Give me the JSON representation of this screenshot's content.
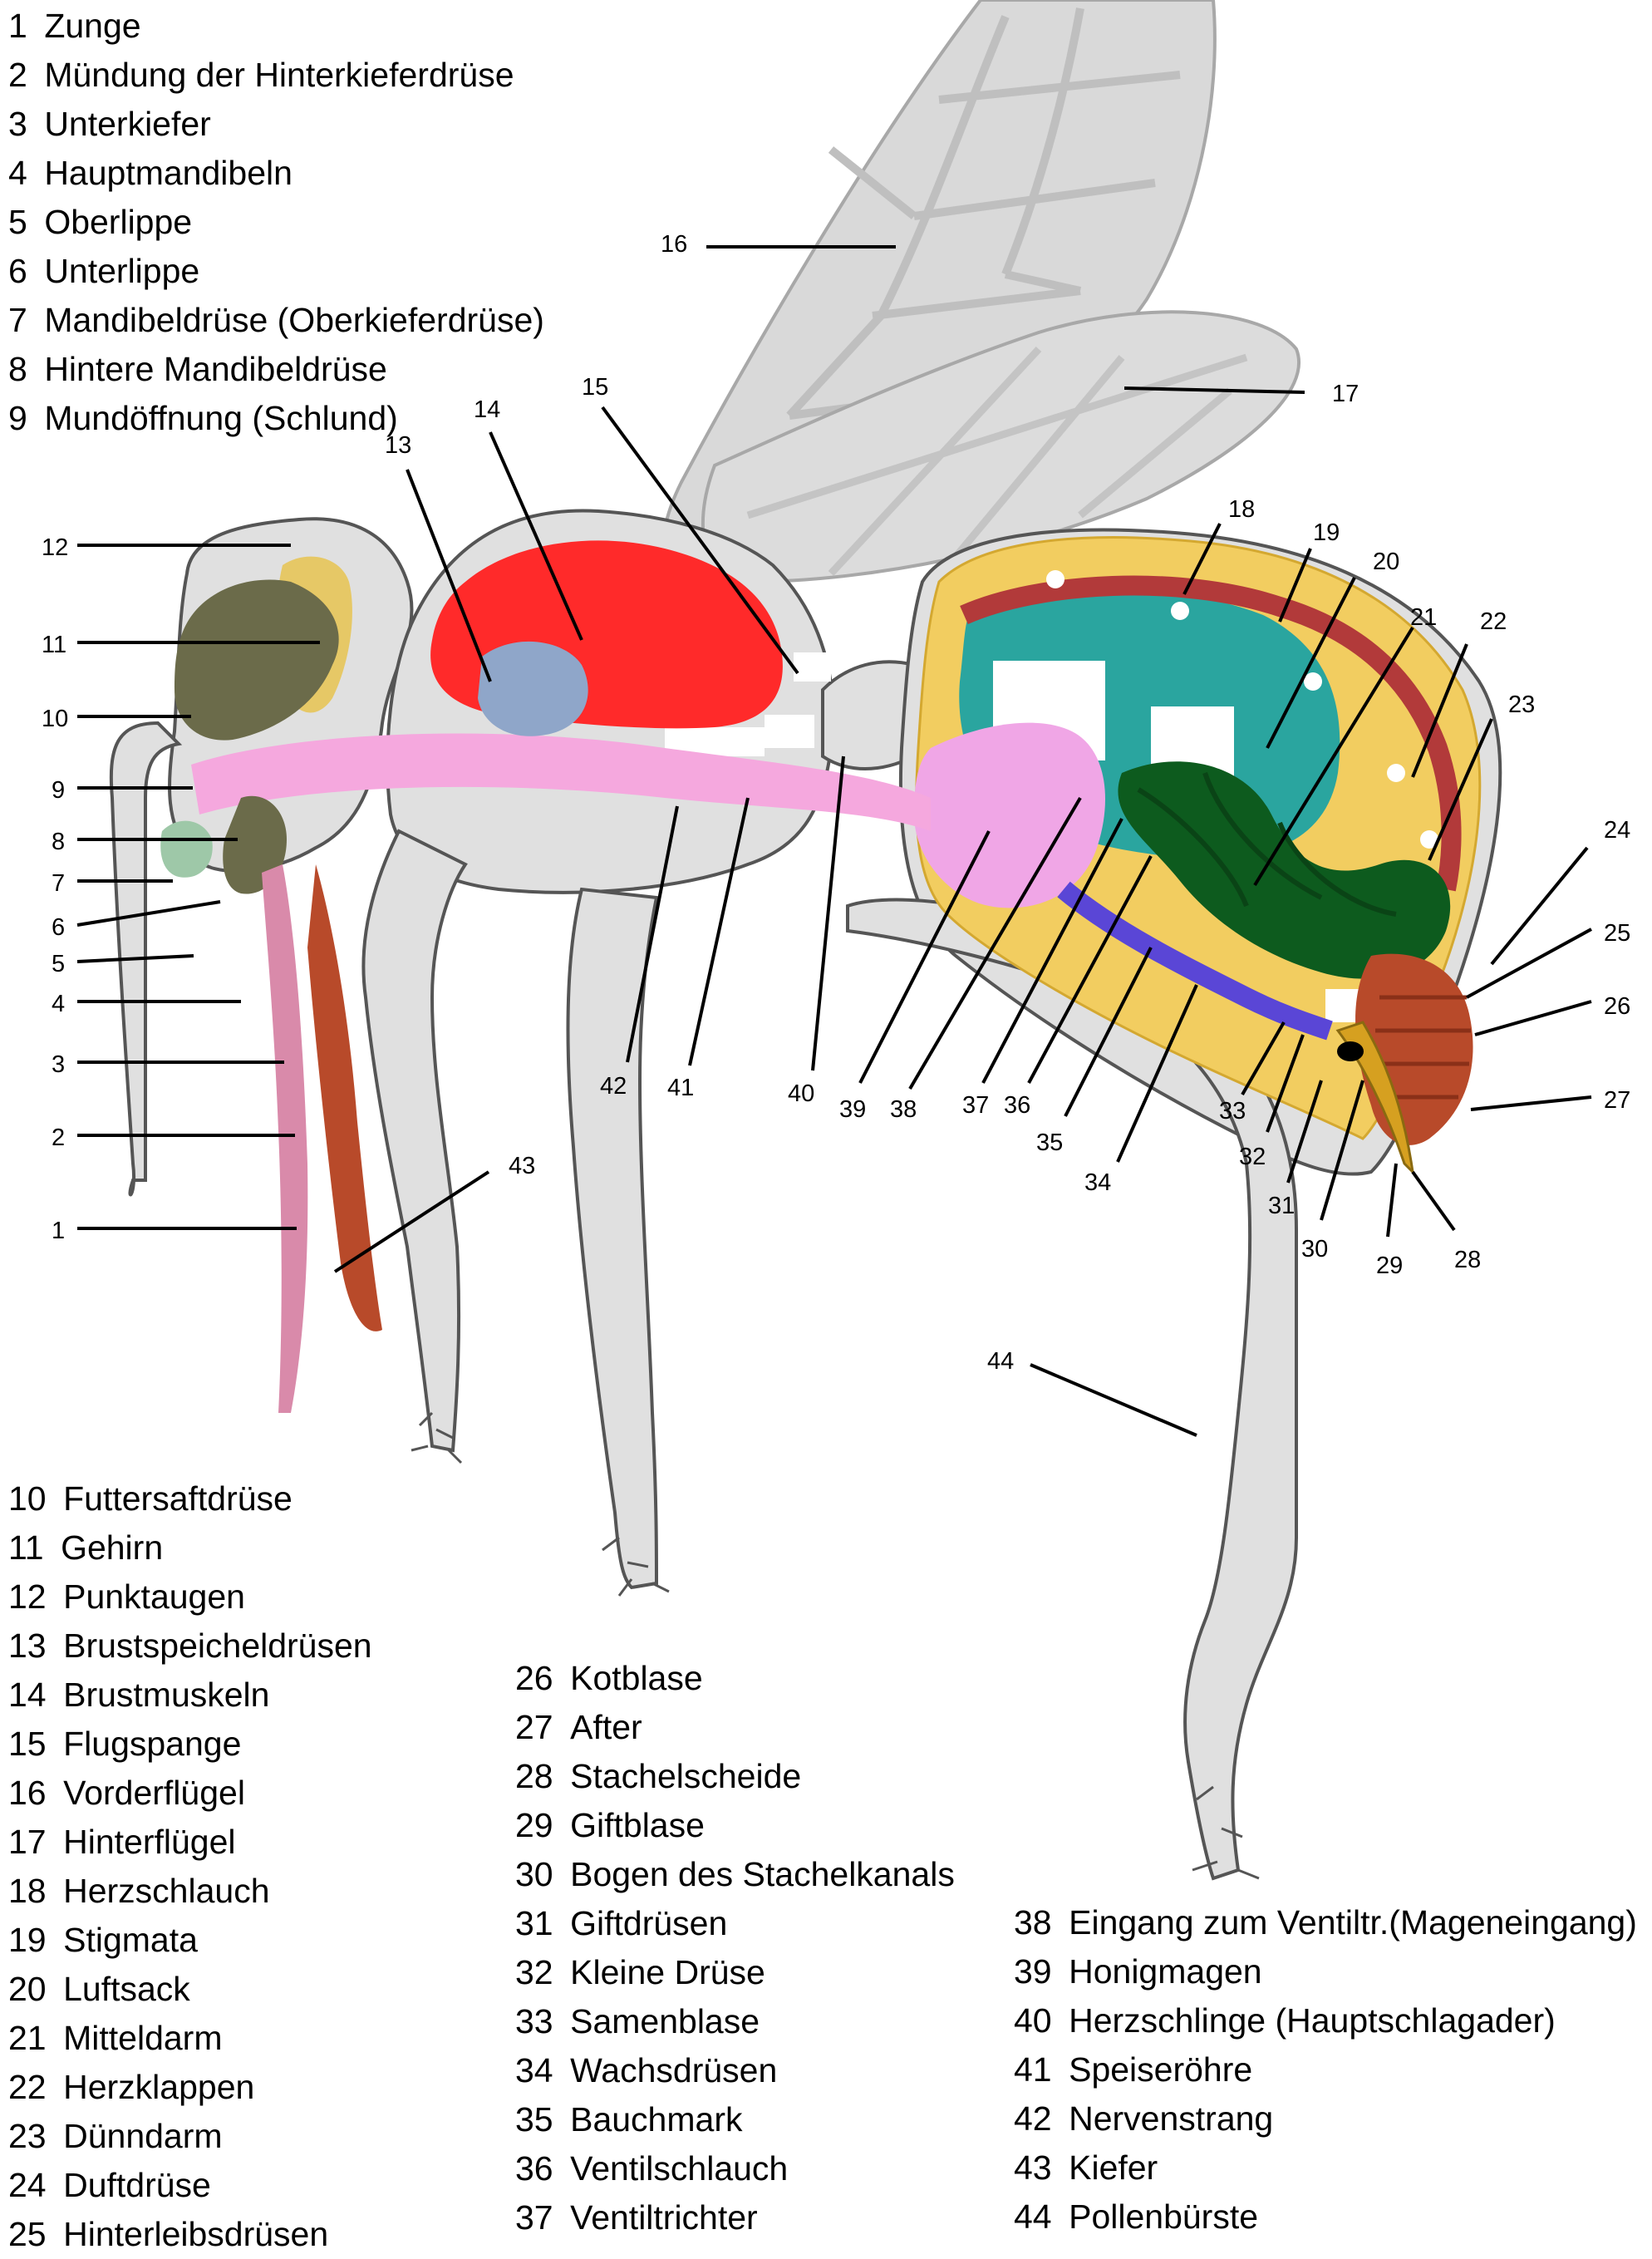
{
  "legend_top": [
    {
      "num": "1",
      "label": "Zunge"
    },
    {
      "num": "2",
      "label": "Mündung der Hinterkieferdrüse"
    },
    {
      "num": "3",
      "label": "Unterkiefer"
    },
    {
      "num": "4",
      "label": "Hauptmandibeln"
    },
    {
      "num": "5",
      "label": "Oberlippe"
    },
    {
      "num": "6",
      "label": "Unterlippe"
    },
    {
      "num": "7",
      "label": "Mandibeldrüse (Oberkieferdrüse)"
    },
    {
      "num": "8",
      "label": "Hintere Mandibeldrüse"
    },
    {
      "num": "9",
      "label": "Mundöffnung (Schlund)"
    }
  ],
  "legend_col1": [
    {
      "num": "10",
      "label": "Futtersaftdrüse"
    },
    {
      "num": "11",
      "label": "Gehirn"
    },
    {
      "num": "12",
      "label": "Punktaugen"
    },
    {
      "num": "13",
      "label": "Brustspeicheldrüsen"
    },
    {
      "num": "14",
      "label": "Brustmuskeln"
    },
    {
      "num": "15",
      "label": "Flugspange"
    },
    {
      "num": "16",
      "label": "Vorderflügel"
    },
    {
      "num": "17",
      "label": "Hinterflügel"
    },
    {
      "num": "18",
      "label": "Herzschlauch"
    },
    {
      "num": "19",
      "label": "Stigmata"
    },
    {
      "num": "20",
      "label": "Luftsack"
    },
    {
      "num": "21",
      "label": "Mitteldarm"
    },
    {
      "num": "22",
      "label": "Herzklappen"
    },
    {
      "num": "23",
      "label": "Dünndarm"
    },
    {
      "num": "24",
      "label": "Duftdrüse"
    },
    {
      "num": "25",
      "label": "Hinterleibsdrüsen"
    }
  ],
  "legend_col2": [
    {
      "num": "26",
      "label": "Kotblase"
    },
    {
      "num": "27",
      "label": "After"
    },
    {
      "num": "28",
      "label": "Stachelscheide"
    },
    {
      "num": "29",
      "label": "Giftblase"
    },
    {
      "num": "30",
      "label": "Bogen des Stachelkanals"
    },
    {
      "num": "31",
      "label": "Giftdrüsen"
    },
    {
      "num": "32",
      "label": "Kleine Drüse"
    },
    {
      "num": "33",
      "label": "Samenblase"
    },
    {
      "num": "34",
      "label": "Wachsdrüsen"
    },
    {
      "num": "35",
      "label": "Bauchmark"
    },
    {
      "num": "36",
      "label": "Ventilschlauch"
    },
    {
      "num": "37",
      "label": "Ventiltrichter"
    }
  ],
  "legend_col3": [
    {
      "num": "38",
      "label": "Eingang zum Ventiltr.(Mageneingang)"
    },
    {
      "num": "39",
      "label": "Honigmagen"
    },
    {
      "num": "40",
      "label": "Herzschlinge (Hauptschlagader)"
    },
    {
      "num": "41",
      "label": "Speiseröhre"
    },
    {
      "num": "42",
      "label": "Nervenstrang"
    },
    {
      "num": "43",
      "label": "Kiefer"
    },
    {
      "num": "44",
      "label": "Pollenbürste"
    }
  ],
  "callouts": {
    "c1": "1",
    "c2": "2",
    "c3": "3",
    "c4": "4",
    "c5": "5",
    "c6": "6",
    "c7": "7",
    "c8": "8",
    "c9": "9",
    "c10": "10",
    "c11": "11",
    "c12": "12",
    "c13": "13",
    "c14": "14",
    "c15": "15",
    "c16": "16",
    "c17": "17",
    "c18": "18",
    "c19": "19",
    "c20": "20",
    "c21": "21",
    "c22": "22",
    "c23": "23",
    "c24": "24",
    "c25": "25",
    "c26": "26",
    "c27": "27",
    "c28": "28",
    "c29": "29",
    "c30": "30",
    "c31": "31",
    "c32": "32",
    "c33": "33",
    "c34": "34",
    "c35": "35",
    "c36": "36",
    "c37": "37",
    "c38": "38",
    "c39": "39",
    "c40": "40",
    "c41": "41",
    "c42": "42",
    "c43": "43",
    "c44": "44"
  },
  "colors": {
    "body": "#e0e0e0",
    "outline": "#555555",
    "wing": "#d6d6d6",
    "wing_vein": "#b9b9b9",
    "fat_body": "#f2cd60",
    "muscle": "#ff2a2a",
    "heart_tube": "#b23a3a",
    "air_sac": "#2aa59f",
    "midgut": "#0d5b1e",
    "honey_stomach": "#f0a6e6",
    "esophagus": "#f5a8de",
    "gland_blue": "#8fa6c9",
    "gland_brown": "#7a1d1d",
    "brain": "#e6c866",
    "hypopharyngeal": "#6b6b4a",
    "tongue": "#d98aaa",
    "nerve_blue": "#5a46d6",
    "rectum": "#b84a2a",
    "venom": "#d6a020"
  }
}
